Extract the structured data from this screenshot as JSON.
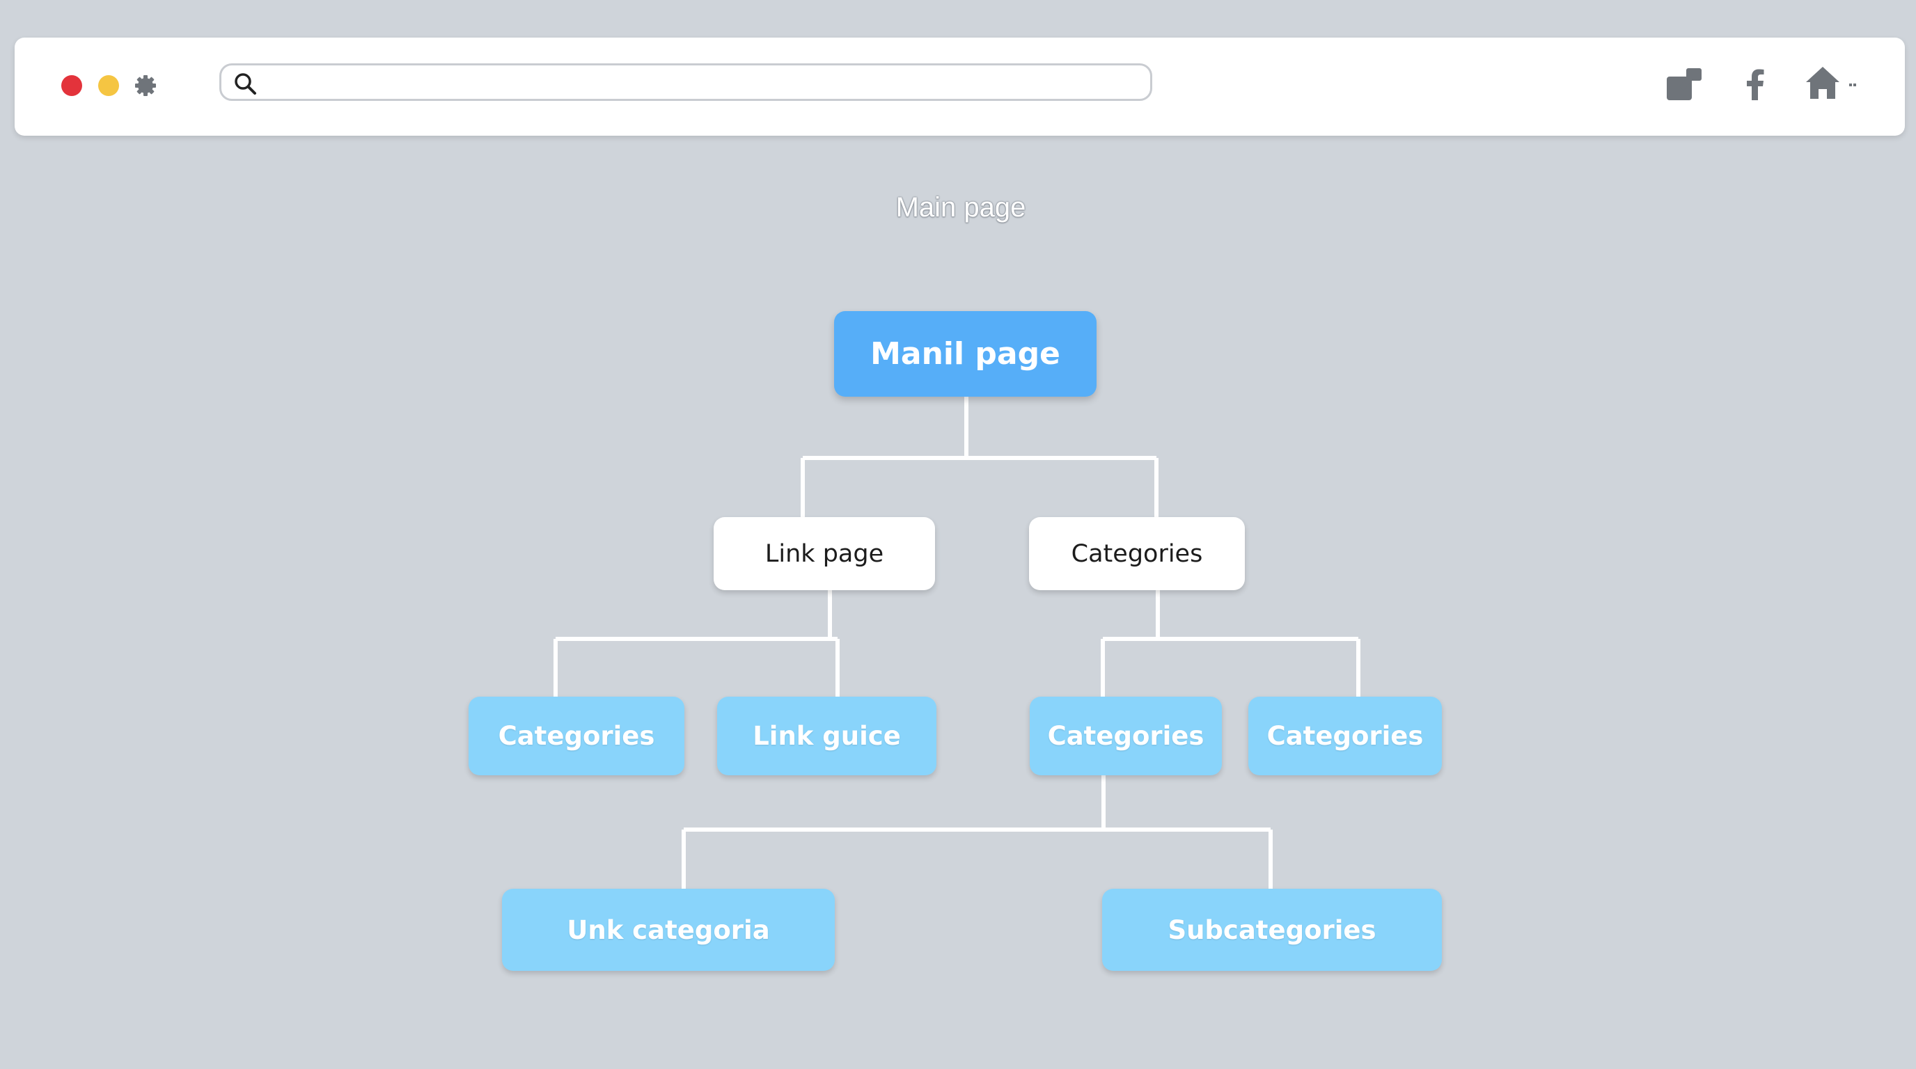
{
  "toolbar": {
    "search_value": "",
    "icons": [
      "close-window-icon",
      "minimize-window-icon",
      "gear-icon",
      "search-icon",
      "share-icon",
      "facebook-icon",
      "home-icon"
    ]
  },
  "page": {
    "title": "Main page"
  },
  "diagram": {
    "root": "Manil page",
    "level1": [
      "Link page",
      "Categories"
    ],
    "level2": [
      "Categories",
      "Link guice",
      "Categories",
      "Categories"
    ],
    "level3": [
      "Unk categoria",
      "Subcategories"
    ]
  },
  "colors": {
    "background": "#cfd4da",
    "root_node": "#56aef8",
    "light_node": "#89d4fb",
    "white_node": "#ffffff",
    "connector": "#ffffff"
  }
}
